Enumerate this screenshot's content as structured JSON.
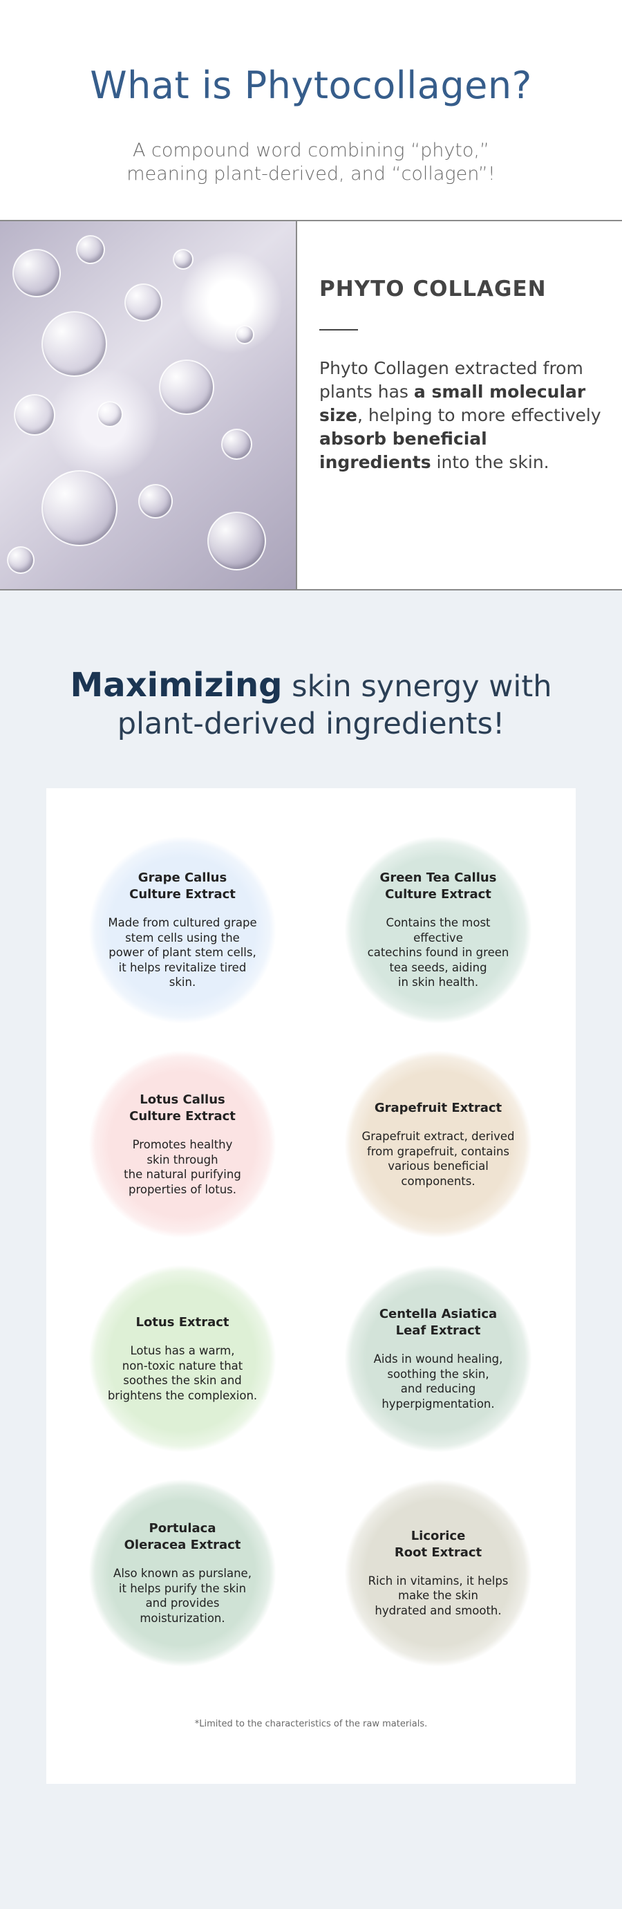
{
  "intro": {
    "title": "What is Phytocollagen?",
    "subtitle_line1": "A compound word combining “phyto,”",
    "subtitle_line2": "meaning plant-derived, and “collagen”!"
  },
  "phyto": {
    "heading": "PHYTO COLLAGEN",
    "p1": "Phyto Collagen extracted from plants has ",
    "b1": "a small molecular size",
    "p2": ", helping to more effectively ",
    "b2": "absorb beneficial ingredients",
    "p3": " into the skin."
  },
  "ingredients": {
    "heading_em": "Maximizing",
    "heading_rest1": " skin synergy with",
    "heading_line2": "plant-derived ingredients!",
    "items": [
      {
        "title": "Grape Callus\nCulture Extract",
        "desc": "Made from cultured grape\nstem cells using the\npower of plant stem cells,\nit helps revitalize tired skin.",
        "color": "#e5effb"
      },
      {
        "title": "Green Tea Callus\nCulture Extract",
        "desc": "Contains the most effective\ncatechins found in green\ntea seeds, aiding\nin skin health.",
        "color": "#d5e6de"
      },
      {
        "title": "Lotus Callus\nCulture Extract",
        "desc": "Promotes healthy\nskin through\nthe natural purifying\nproperties of lotus.",
        "color": "#fbe3e3"
      },
      {
        "title": "Grapefruit Extract",
        "desc": "Grapefruit extract, derived\nfrom grapefruit, contains\nvarious beneficial\ncomponents.",
        "color": "#efe3d2"
      },
      {
        "title": "Lotus Extract",
        "desc": "Lotus has a warm,\nnon-toxic nature that\nsoothes the skin and\nbrightens the complexion.",
        "color": "#def0d6"
      },
      {
        "title": "Centella Asiatica\nLeaf Extract",
        "desc": "Aids in wound healing,\nsoothing the skin,\nand reducing\nhyperpigmentation.",
        "color": "#d3e3d9"
      },
      {
        "title": "Portulaca\nOleracea Extract",
        "desc": "Also known as purslane,\nit helps purify the skin\nand provides\nmoisturization.",
        "color": "#cfe2d5"
      },
      {
        "title": "Licorice\nRoot Extract",
        "desc": "Rich in vitamins, it helps\nmake the skin\nhydrated and smooth.",
        "color": "#e1e0d5"
      }
    ],
    "note": "*Limited to the characteristics of the raw materials."
  }
}
